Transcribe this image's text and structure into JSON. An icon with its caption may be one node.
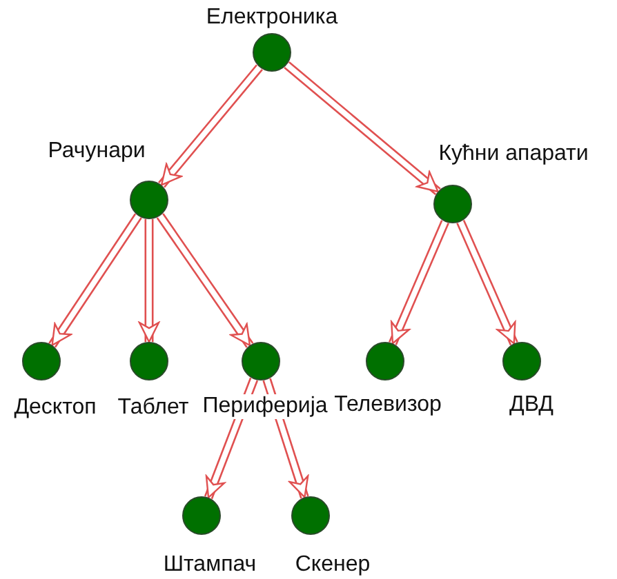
{
  "diagram": {
    "nodes": [
      {
        "text": [
          "Електроника"
        ]
      },
      {
        "text": [
          "Рачунари"
        ]
      },
      {
        "text": [
          "Кућни апарати"
        ]
      },
      {
        "text": [
          "Десктоп"
        ]
      },
      {
        "text": [
          "Таблет"
        ]
      },
      {
        "text": [
          "Периферија"
        ]
      },
      {
        "text": [
          "Телевизор"
        ]
      },
      {
        "text": [
          "ДВД"
        ]
      },
      {
        "text": [
          "Штампач"
        ]
      },
      {
        "text": [
          "Скенер"
        ]
      }
    ],
    "edges": [
      {
        "from": 0,
        "to": 1,
        "arrow": "to"
      },
      {
        "from": 0,
        "to": 2,
        "arrow": "to"
      },
      {
        "from": 1,
        "to": 3,
        "arrow": "to"
      },
      {
        "from": 1,
        "to": 4,
        "arrow": "to"
      },
      {
        "from": 1,
        "to": 5,
        "arrow": "to"
      },
      {
        "from": 2,
        "to": 6,
        "arrow": "to"
      },
      {
        "from": 2,
        "to": 7,
        "arrow": "to"
      },
      {
        "from": 5,
        "to": 8,
        "arrow": "to"
      },
      {
        "from": 5,
        "to": 9,
        "arrow": "to"
      }
    ]
  }
}
